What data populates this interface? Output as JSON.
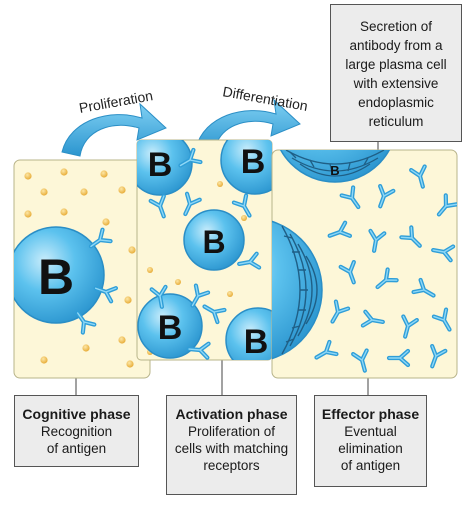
{
  "arrows": {
    "proliferation": "Proliferation",
    "differentiation": "Differentiation"
  },
  "cell_label": "B",
  "secretion_note": [
    "Secretion of",
    "antibody from a",
    "large plasma cell",
    "with extensive",
    "endoplasmic",
    "reticulum"
  ],
  "phases": [
    {
      "title": "Cognitive phase",
      "lines": [
        "Recognition",
        "of antigen"
      ]
    },
    {
      "title": "Activation phase",
      "lines": [
        "Proliferation of",
        "cells with matching",
        "receptors"
      ]
    },
    {
      "title": "Effector phase",
      "lines": [
        "Eventual",
        "elimination",
        "of antigen"
      ]
    }
  ],
  "colors": {
    "panel_fill": "#fdf7d8",
    "cell_blue": "#4db8e8",
    "antibody_blue": "#3aa6dc",
    "antigen_yellow": "#f2c04e",
    "arrow_blue": "#3aa6dc"
  }
}
